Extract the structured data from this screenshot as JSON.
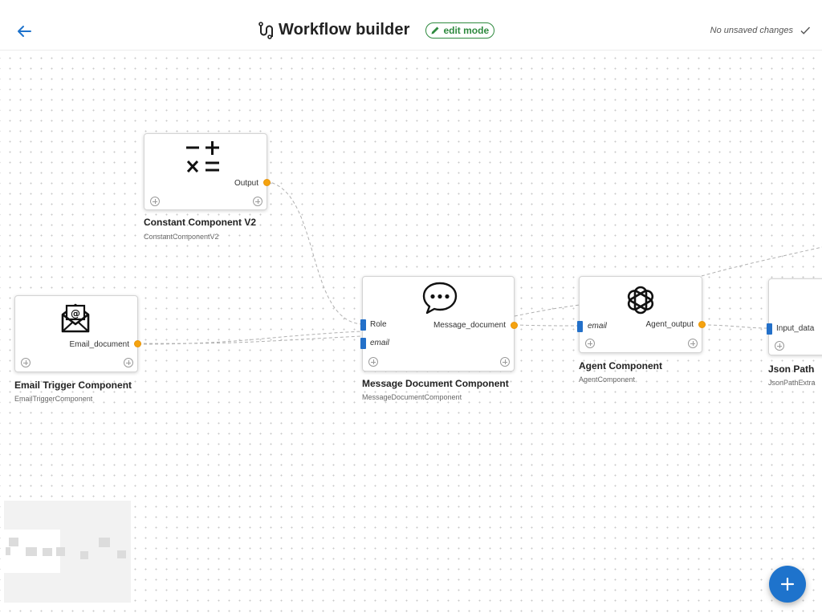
{
  "header": {
    "title": "Workflow builder",
    "mode_badge": "edit mode",
    "save_status": "No unsaved changes",
    "back_icon": "arrow-left-icon",
    "title_icon": "route-icon",
    "status_icon": "check-icon"
  },
  "nodes": {
    "constant": {
      "title": "Constant Component V2",
      "type": "ConstantComponentV2",
      "output_port": "Output",
      "icon": "calculator-icon"
    },
    "email_trigger": {
      "title": "Email Trigger Component",
      "type": "EmailTriggerComponent",
      "output_port": "Email_document",
      "icon": "email-icon"
    },
    "message_document": {
      "title": "Message Document Component",
      "type": "MessageDocumentComponent",
      "input_port_1": "Role",
      "input_port_2": "email",
      "output_port": "Message_document",
      "icon": "chat-bubble-icon"
    },
    "agent": {
      "title": "Agent Component",
      "type": "AgentComponent",
      "input_port": "email",
      "output_port": "Agent_output",
      "icon": "openai-icon"
    },
    "json_path": {
      "title": "Json Path",
      "type": "JsonPathExtra",
      "input_port": "Input_data"
    }
  },
  "colors": {
    "accent_blue": "#1e73cc",
    "input_port": "#2370c9",
    "output_port": "#f5a30f",
    "edit_badge": "#2e8a3e"
  },
  "fab_icon": "plus-icon"
}
